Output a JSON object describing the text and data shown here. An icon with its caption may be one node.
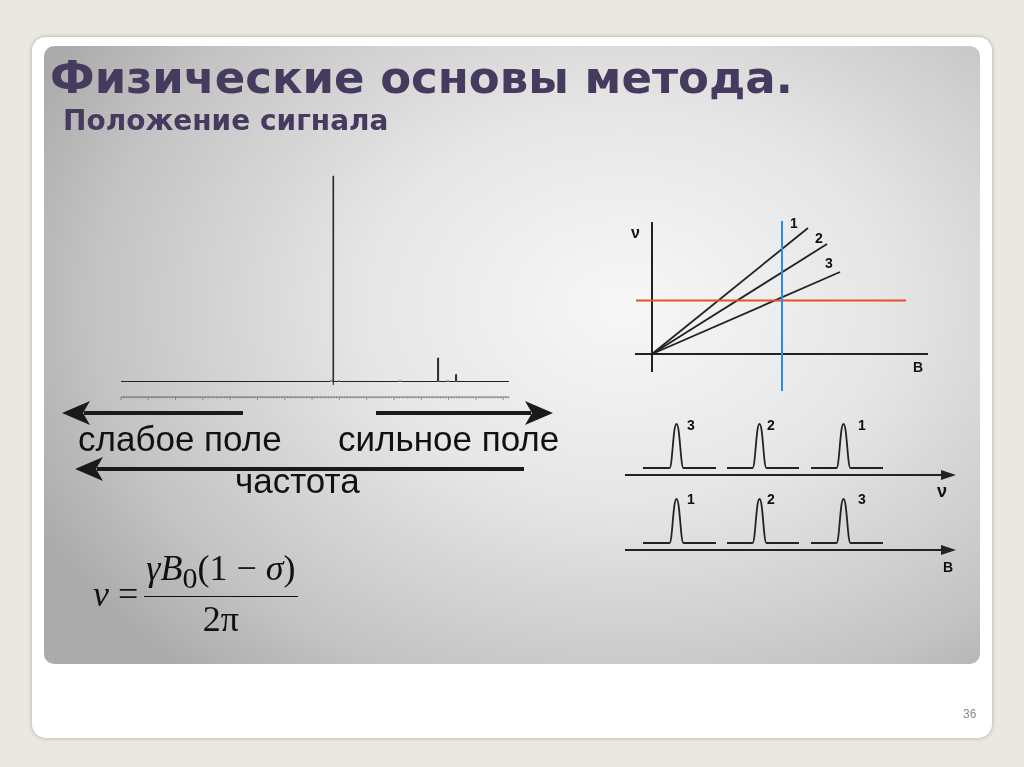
{
  "diagram": {
    "title": "Физические основы метода.",
    "labels": [
      "Положение сигнала",
      "ν",
      "1",
      "2",
      "3",
      "B",
      "слабое поле",
      "сильное поле",
      "3",
      "2",
      "1",
      "частота",
      "ν",
      "1",
      "2",
      "3",
      "B",
      "*ν* =",
      "*γB*$_{0}$(1 − *σ*)",
      "2π",
      "36"
    ]
  }
}
